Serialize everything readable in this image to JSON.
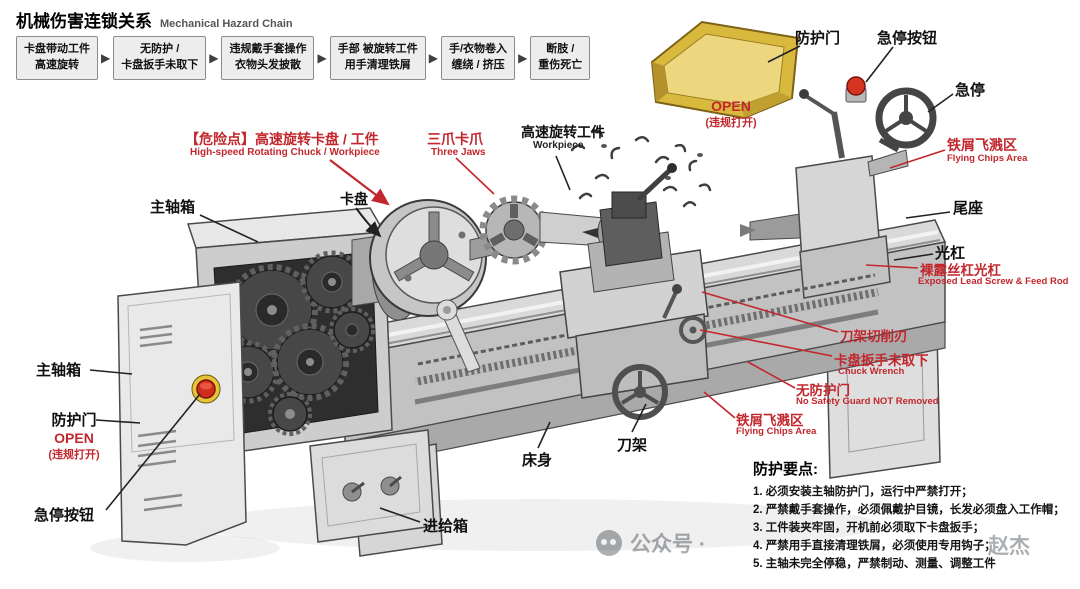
{
  "title": {
    "zh": "机械伤害连锁关系",
    "en": "Mechanical Hazard Chain"
  },
  "flow": {
    "steps": [
      {
        "line1": "卡盘带动工件",
        "line2": "高速旋转"
      },
      {
        "line1": "无防护 /",
        "line2": "卡盘扳手未取下"
      },
      {
        "line1": "违规戴手套操作",
        "line2": "衣物头发披散"
      },
      {
        "line1": "手部 被旋转工件",
        "line2": "用手清理铁屑"
      },
      {
        "line1": "手/衣物卷入",
        "line2": "缠绕 / 挤压"
      },
      {
        "line1": "断肢 /",
        "line2": "重伤死亡"
      }
    ]
  },
  "callouts": {
    "headstock_top": "主轴箱",
    "headstock_left": "主轴箱",
    "danger_zh": "【危险点】高速旋转卡盘 / 工件",
    "danger_en": "High-speed Rotating Chuck / Workpiece",
    "chuck": "卡盘",
    "three_jaws_zh": "三爪卡爪",
    "three_jaws_en": "Three Jaws",
    "workpiece_zh": "高速旋转工件",
    "workpiece_en": "Workpiece",
    "guard_right": "防护门",
    "estop_button_top": "急停按钮",
    "estop_right": "急停",
    "open_main": "OPEN",
    "open_sub": "(违规打开)",
    "chips_right_zh": "铁屑飞溅区",
    "chips_right_en": "Flying Chips Area",
    "tailstock": "尾座",
    "feed_rod": "光杠",
    "exposed_zh": "裸露丝杠光杠",
    "exposed_en": "Exposed Lead Screw & Feed Rod",
    "cutting_edge": "刀架切削刃",
    "wrench_zh": "卡盘扳手未取下",
    "wrench_en": "Chuck Wrench",
    "no_guard_zh": "无防护门",
    "no_guard_en": "No Safety Guard NOT Removed",
    "chips_lower_zh": "铁屑飞溅区",
    "chips_lower_en": "Flying Chips Area",
    "toolpost": "刀架",
    "bed": "床身",
    "feed_box": "进给箱",
    "guard_left": "防护门",
    "guard_left_open": "OPEN",
    "guard_left_sub": "(违规打开)",
    "estop_left": "急停按钮"
  },
  "notes": {
    "title": "防护要点:",
    "items": [
      "1. 必须安装主轴防护门，运行中严禁打开；",
      "2. 严禁戴手套操作，必须佩戴护目镜，长发必须盘入工作帽；",
      "3. 工件装夹牢固，开机前必须取下卡盘扳手；",
      "4. 严禁用手直接清理铁屑，必须使用专用钩子；",
      "5. 主轴未完全停稳，严禁制动、测量、调整工件"
    ]
  },
  "watermark": {
    "left": "公众号 ·",
    "right": "赵杰"
  },
  "colors": {
    "danger": "#c1272d",
    "guard_yellow": "#d9b83e"
  }
}
